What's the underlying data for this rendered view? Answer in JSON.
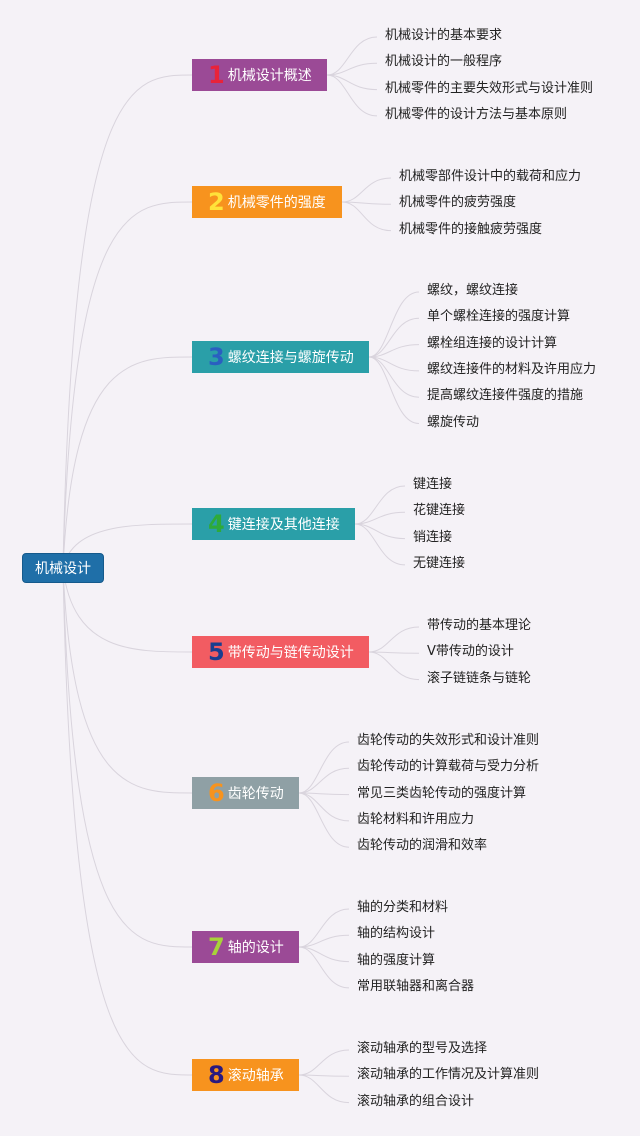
{
  "root": {
    "label": "机械设计",
    "color": "#1f6fa8"
  },
  "branches": [
    {
      "number": "1",
      "label": "机械设计概述",
      "color": "#9b4a96",
      "number_color": "#e8233a",
      "items": [
        "机械设计的基本要求",
        "机械设计的一般程序",
        "机械零件的主要失效形式与设计准则",
        "机械零件的设计方法与基本原则"
      ]
    },
    {
      "number": "2",
      "label": "机械零件的强度",
      "color": "#f7931e",
      "number_color": "#ffe23a",
      "items": [
        "机械零部件设计中的载荷和应力",
        "机械零件的疲劳强度",
        "机械零件的接触疲劳强度"
      ]
    },
    {
      "number": "3",
      "label": "螺纹连接与螺旋传动",
      "color": "#2a9fa8",
      "number_color": "#2a5fc0",
      "items": [
        "螺纹，螺纹连接",
        "单个螺栓连接的强度计算",
        "螺栓组连接的设计计算",
        "螺纹连接件的材料及许用应力",
        "提高螺纹连接件强度的措施",
        "螺旋传动"
      ]
    },
    {
      "number": "4",
      "label": "键连接及其他连接",
      "color": "#2a9fa8",
      "number_color": "#2eaa3a",
      "items": [
        "键连接",
        "花键连接",
        "销连接",
        "无键连接"
      ]
    },
    {
      "number": "5",
      "label": "带传动与链传动设计",
      "color": "#f25c62",
      "number_color": "#1a3d8f",
      "items": [
        "带传动的基本理论",
        "V带传动的设计",
        "滚子链链条与链轮"
      ]
    },
    {
      "number": "6",
      "label": "齿轮传动",
      "color": "#8fa0a5",
      "number_color": "#f7931e",
      "items": [
        "齿轮传动的失效形式和设计准则",
        "齿轮传动的计算载荷与受力分析",
        "常见三类齿轮传动的强度计算",
        "齿轮材料和许用应力",
        "齿轮传动的润滑和效率"
      ]
    },
    {
      "number": "7",
      "label": "轴的设计",
      "color": "#9b4a96",
      "number_color": "#a8d23a",
      "items": [
        "轴的分类和材料",
        "轴的结构设计",
        "轴的强度计算",
        "常用联轴器和离合器"
      ]
    },
    {
      "number": "8",
      "label": "滚动轴承",
      "color": "#f7931e",
      "number_color": "#2a1a7f",
      "items": [
        "滚动轴承的型号及选择",
        "滚动轴承的工作情况及计算准则",
        "滚动轴承的组合设计"
      ]
    }
  ]
}
